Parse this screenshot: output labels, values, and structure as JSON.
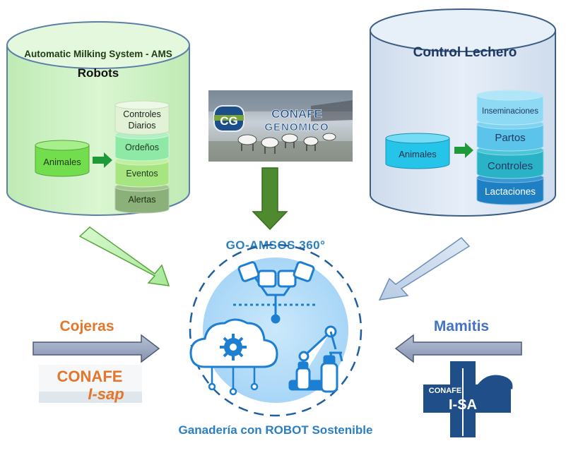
{
  "ams": {
    "title": "Automatic Milking System - AMS",
    "subtitle": "Robots",
    "source": "Animales",
    "stack": [
      "Controles",
      "Diarios",
      "Ordeños",
      "Eventos",
      "Alertas"
    ]
  },
  "control": {
    "title": "Control Lechero",
    "source": "Animales",
    "stack": [
      "Inseminaciones",
      "Partos",
      "Controles",
      "Lactaciones"
    ]
  },
  "genomico": {
    "line1": "CONAFE",
    "line2": "GENÓMICO",
    "mark": "CG"
  },
  "center": {
    "title": "GO-AMSOS 360°",
    "caption": "Ganadería con ROBOT Sostenible"
  },
  "cojeras": {
    "label": "Cojeras",
    "logo1": "CONAFE",
    "logo2": "I-sap"
  },
  "mamitis": {
    "label": "Mamitis",
    "logo1": "CONAFE",
    "logo2": "I-SA"
  },
  "colors": {
    "green_cyl": "#c9f0c0",
    "blue_cyl": "#dce8f4",
    "dark_green": "#3e7c27",
    "orange": "#e4762a",
    "blue_text": "#4472c4",
    "robot_blue": "#1d7fd1"
  }
}
